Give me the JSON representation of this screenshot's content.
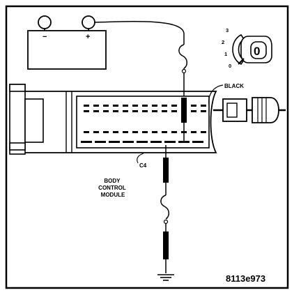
{
  "battery": {
    "neg_label": "−",
    "pos_label": "+"
  },
  "ignition_switch": {
    "positions": [
      "3",
      "2",
      "1",
      "0"
    ],
    "key_mark": "0"
  },
  "connector_color_label": "BLACK",
  "connector_id_label": "C4",
  "module_label": [
    "BODY",
    "CONTROL",
    "MODULE"
  ],
  "figure_id": "8113e973",
  "colors": {
    "ink": "#000000",
    "paper": "#ffffff",
    "shade": "#c8c8c8"
  }
}
